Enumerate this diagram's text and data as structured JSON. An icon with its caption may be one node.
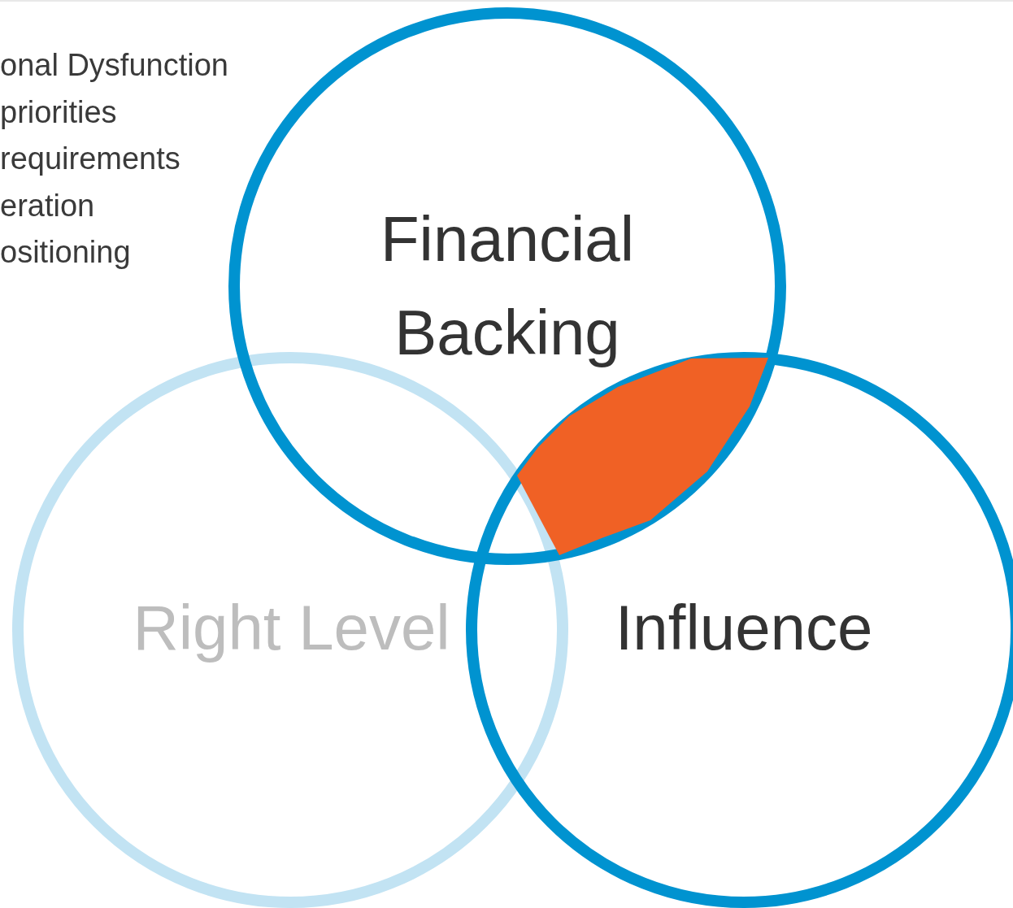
{
  "diagram": {
    "nodes": [
      {
        "text": [
          "Financial Backing"
        ]
      },
      {
        "text": [
          "Right Level"
        ]
      },
      {
        "text": [
          "Influence"
        ]
      }
    ],
    "labels": [
      "onal Dysfunction",
      "priorities",
      "requirements",
      "eration",
      "ositioning"
    ]
  }
}
